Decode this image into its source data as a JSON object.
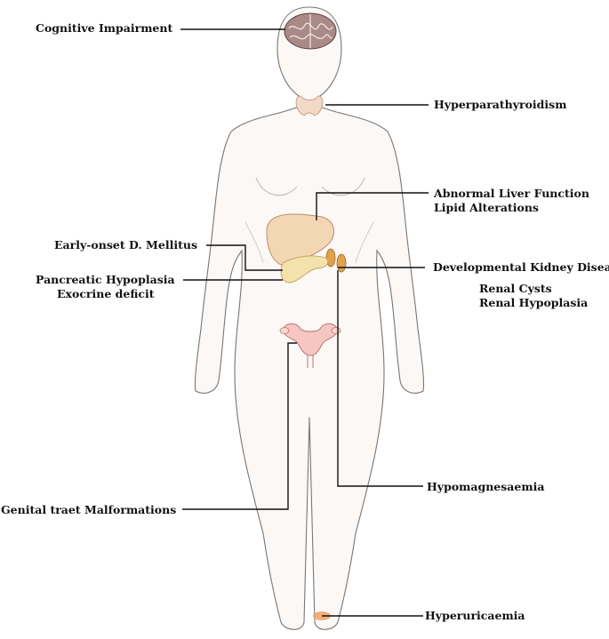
{
  "labels": {
    "cognitive": "Cognitive Impairment",
    "hyperparathyroidism": "Hyperparathyroidism",
    "liver_1": "Abnormal Liver Function",
    "liver_2": "Lipid Alterations",
    "diabetes": "Early-onset D. Mellitus",
    "kidney": "Developmental Kidney Disease",
    "renal_cysts": "Renal Cysts",
    "renal_hypoplasia": "Renal Hypoplasia",
    "pancreas_1": "Pancreatic Hypoplasia",
    "pancreas_2": "Exocrine deficit",
    "hypomagnesaemia": "Hypomagnesaemia",
    "genital": "Genital traet Malformations",
    "hyperuricaemia": "Hyperuricaemia"
  },
  "colors": {
    "outline": "#777777",
    "skin": "#fbf8f6",
    "leader_line": "#111111",
    "brain": "#a98a86",
    "thyroid": "#f2d9c6",
    "liver": "#f3d7b4",
    "pancreas": "#f4e2ad",
    "kidney": "#e0a24c",
    "uterus": "#f6c7c2",
    "foot_spot": "#f0a063"
  }
}
